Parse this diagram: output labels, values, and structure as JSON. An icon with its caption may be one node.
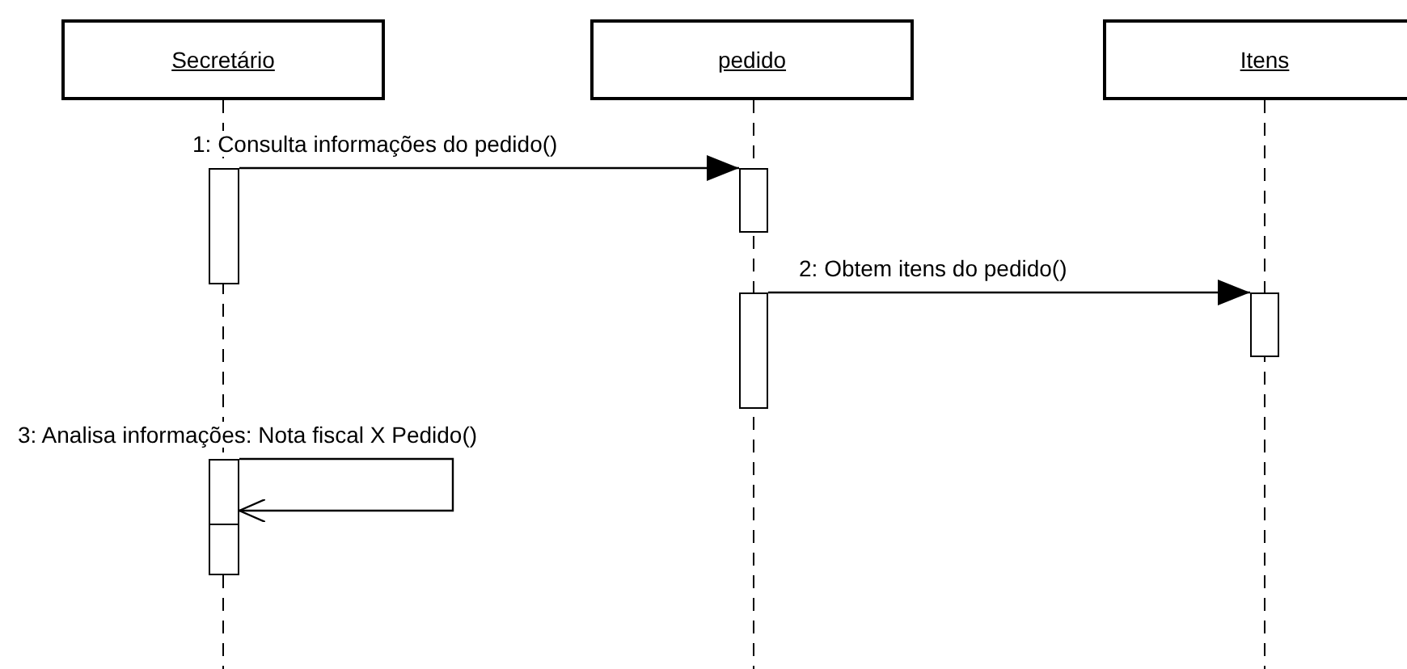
{
  "diagram": {
    "nodes": [
      {
        "text": [
          "Secretário"
        ]
      },
      {
        "text": [
          "pedido"
        ]
      },
      {
        "text": [
          "Itens"
        ]
      },
      {
        "text": [],
        "shape": "bar"
      },
      {
        "text": [],
        "shape": "bar"
      },
      {
        "text": [],
        "shape": "bar"
      },
      {
        "text": [],
        "shape": "bar"
      },
      {
        "text": [],
        "shape": "bar"
      }
    ],
    "edges": [
      {
        "from": 3,
        "to": 4,
        "arrow": "to",
        "label": "1: Consulta informações do pedido()"
      },
      {
        "from": 5,
        "to": 6,
        "arrow": "to",
        "label": "2: Obtem itens do pedido()"
      },
      {
        "from": 7,
        "to": 7,
        "arrow": "to",
        "label": "3: Analisa informações: Nota fiscal X Pedido()"
      }
    ]
  }
}
